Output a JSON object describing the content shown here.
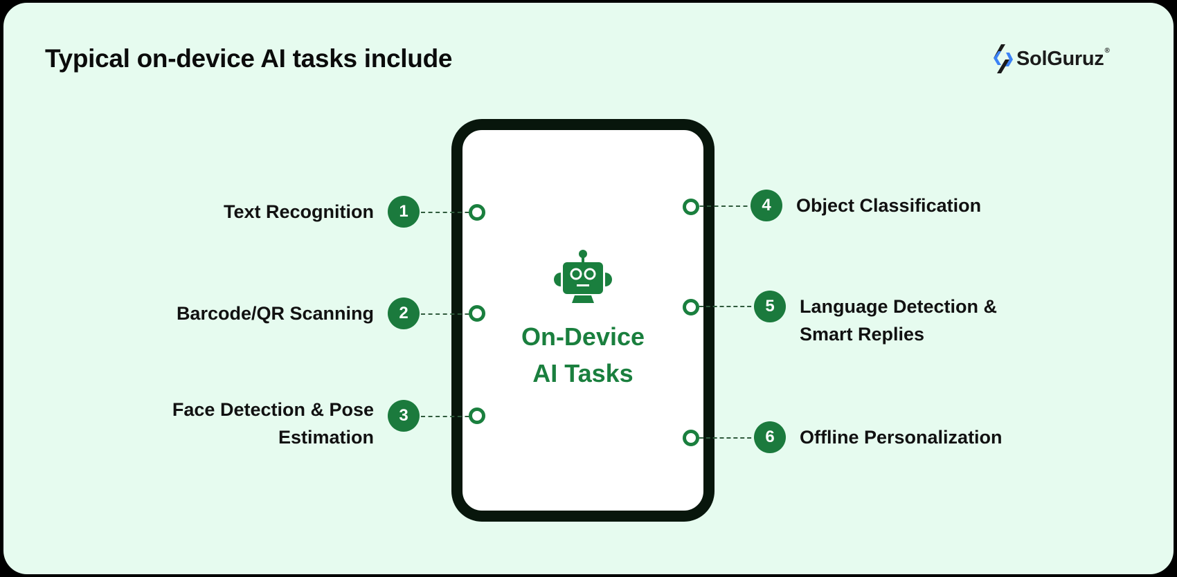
{
  "header": {
    "title": "Typical on-device AI tasks include"
  },
  "brand": {
    "name": "SolGuruz",
    "registered_mark": "®",
    "icon": "solguruz-logo-icon",
    "colors": {
      "primary_blue": "#3b82f6",
      "dark": "#1b1b1b"
    }
  },
  "center": {
    "icon": "robot-icon",
    "title_line1": "On-Device",
    "title_line2": "AI Tasks"
  },
  "colors": {
    "background": "#e6fbef",
    "accent_green": "#1a7f3e",
    "phone_frame": "#08160c",
    "text": "#111111"
  },
  "tasks": [
    {
      "number": "1",
      "label_line1": "Text Recognition",
      "label_line2": "",
      "side": "left"
    },
    {
      "number": "2",
      "label_line1": "Barcode/QR Scanning",
      "label_line2": "",
      "side": "left"
    },
    {
      "number": "3",
      "label_line1": "Face Detection & Pose",
      "label_line2": "Estimation",
      "side": "left"
    },
    {
      "number": "4",
      "label_line1": "Object Classification",
      "label_line2": "",
      "side": "right"
    },
    {
      "number": "5",
      "label_line1": "Language Detection &",
      "label_line2": "Smart Replies",
      "side": "right"
    },
    {
      "number": "6",
      "label_line1": "Offline Personalization",
      "label_line2": "",
      "side": "right"
    }
  ]
}
